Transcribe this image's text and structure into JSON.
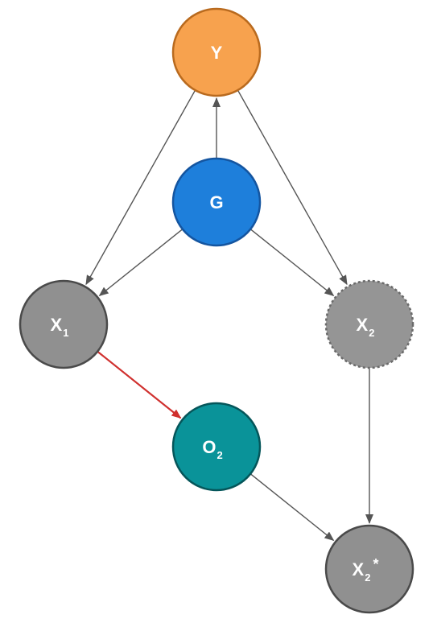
{
  "nodes": [
    {
      "id": "Y",
      "main": "Y",
      "sub": "",
      "sup": "",
      "fill": "#F7A24E",
      "stroke": "#B96A1E",
      "dashed": false
    },
    {
      "id": "G",
      "main": "G",
      "sub": "",
      "sup": "",
      "fill": "#1E7FDB",
      "stroke": "#1455A0",
      "dashed": false
    },
    {
      "id": "X1",
      "main": "X",
      "sub": "1",
      "sup": "",
      "fill": "#909090",
      "stroke": "#4A4A4A",
      "dashed": false
    },
    {
      "id": "X2",
      "main": "X",
      "sub": "2",
      "sup": "",
      "fill": "#959595",
      "stroke": "#6A6A6A",
      "dashed": true
    },
    {
      "id": "O2",
      "main": "O",
      "sub": "2",
      "sup": "",
      "fill": "#0A9399",
      "stroke": "#05565A",
      "dashed": false
    },
    {
      "id": "X2s",
      "main": "X",
      "sub": "2",
      "sup": "*",
      "fill": "#909090",
      "stroke": "#4A4A4A",
      "dashed": false
    }
  ],
  "edges": [
    {
      "from": "G",
      "to": "Y",
      "color": "#555555"
    },
    {
      "from": "Y",
      "to": "X1",
      "color": "#555555"
    },
    {
      "from": "Y",
      "to": "X2",
      "color": "#555555"
    },
    {
      "from": "G",
      "to": "X1",
      "color": "#555555"
    },
    {
      "from": "G",
      "to": "X2",
      "color": "#555555"
    },
    {
      "from": "X1",
      "to": "O2",
      "color": "#D0302E"
    },
    {
      "from": "X2",
      "to": "X2s",
      "color": "#555555"
    },
    {
      "from": "O2",
      "to": "X2s",
      "color": "#555555"
    }
  ]
}
